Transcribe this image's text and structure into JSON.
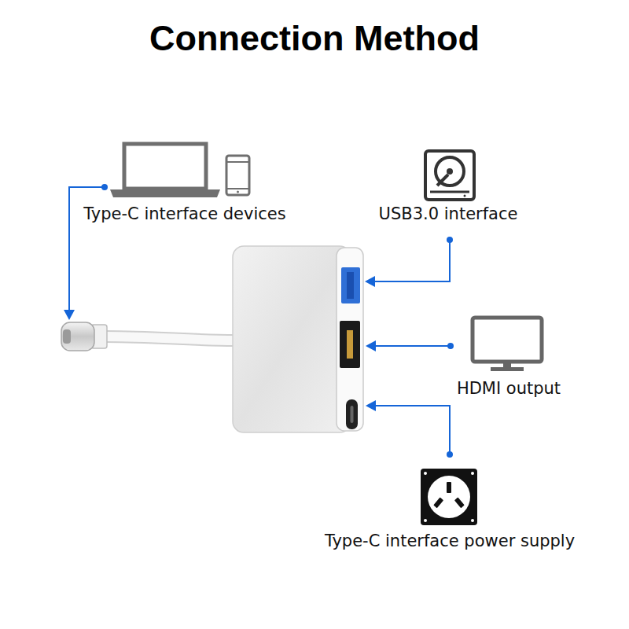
{
  "diagram": {
    "title": "Connection Method",
    "labels": [
      "Type-C interface devices",
      "USB3.0 interface",
      "HDMI output",
      "Type-C interface power supply"
    ]
  }
}
